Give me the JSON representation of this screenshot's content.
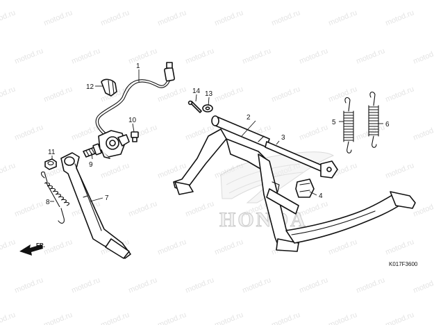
{
  "watermark": "motod.ru",
  "brand_text": "HONDA",
  "diagram_code": "K017F3600",
  "direction_label": "FR.",
  "callouts": [
    {
      "label": "1",
      "part": "wire-harness"
    },
    {
      "label": "2",
      "part": "main-stand"
    },
    {
      "label": "3",
      "part": "stand-pivot-shaft"
    },
    {
      "label": "4",
      "part": "stopper-rubber"
    },
    {
      "label": "5",
      "part": "main-stand-spring-a"
    },
    {
      "label": "6",
      "part": "main-stand-spring-b"
    },
    {
      "label": "7",
      "part": "side-stand"
    },
    {
      "label": "8",
      "part": "side-stand-spring"
    },
    {
      "label": "9",
      "part": "pivot-bolt"
    },
    {
      "label": "10",
      "part": "mounting-bolt"
    },
    {
      "label": "11",
      "part": "nut"
    },
    {
      "label": "12",
      "part": "band-clamp"
    },
    {
      "label": "13",
      "part": "washer"
    },
    {
      "label": "14",
      "part": "cotter-pin"
    }
  ]
}
